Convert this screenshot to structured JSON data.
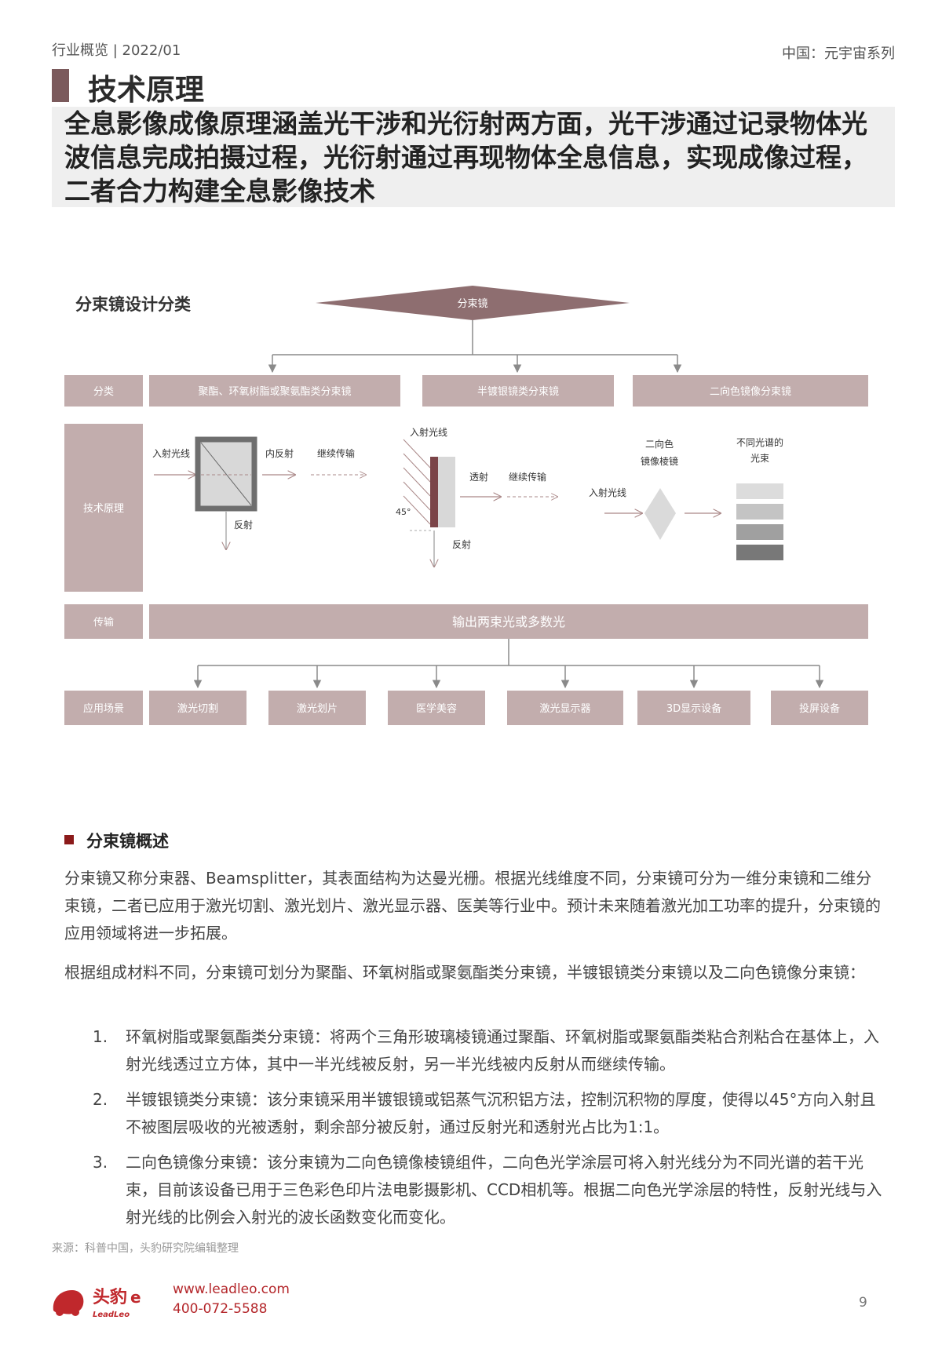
{
  "header": {
    "left": "行业概览 | 2022/01",
    "right": "中国：元宇宙系列"
  },
  "title": "技术原理",
  "lead": "全息影像成像原理涵盖光干涉和光衍射两方面，光干涉通过记录物体光波信息完成拍摄过程，光衍射通过再现物体全息信息，实现成像过程，二者合力构建全息影像技术",
  "diagram": {
    "title": "分束镜设计分类",
    "root": "分束镜",
    "row_labels": {
      "classify": "分类",
      "principle": "技术原理",
      "transmit": "传输",
      "scenario": "应用场景"
    },
    "types": [
      "聚酯、环氧树脂或聚氨酯类分束镜",
      "半镀银镜类分束镜",
      "二向色镜像分束镜"
    ],
    "cube": {
      "incident": "入射光线",
      "inner": "内反射",
      "continue": "继续传输",
      "reflect": "反射"
    },
    "mirror": {
      "incident": "入射光线",
      "transmit": "透射",
      "continue": "继续传输",
      "angle": "45°",
      "reflect": "反射"
    },
    "prism": {
      "name_line1": "二向色",
      "name_line2": "镜像棱镜",
      "incident": "入射光线",
      "output_line1": "不同光谱的",
      "output_line2": "光束"
    },
    "spectrum_colors": [
      "#dcdcdc",
      "#c4c4c4",
      "#a0a0a0",
      "#787878"
    ],
    "transmit_text": "输出两束光或多数光",
    "scenarios": [
      "激光切割",
      "激光划片",
      "医学美容",
      "激光显示器",
      "3D显示设备",
      "投屏设备"
    ]
  },
  "section": {
    "title": "分束镜概述",
    "paragraphs": [
      "分束镜又称分束器、Beamsplitter，其表面结构为达曼光栅。根据光线维度不同，分束镜可分为一维分束镜和二维分束镜，二者已应用于激光切割、激光划片、激光显示器、医美等行业中。预计未来随着激光加工功率的提升，分束镜的应用领域将进一步拓展。",
      "根据组成材料不同，分束镜可划分为聚酯、环氧树脂或聚氨酯类分束镜，半镀银镜类分束镜以及二向色镜像分束镜："
    ],
    "list": [
      {
        "num": "1.",
        "text": "环氧树脂或聚氨酯类分束镜：将两个三角形玻璃棱镜通过聚酯、环氧树脂或聚氨酯类粘合剂粘合在基体上，入射光线透过立方体，其中一半光线被反射，另一半光线被内反射从而继续传输。"
      },
      {
        "num": "2.",
        "text": "半镀银镜类分束镜：该分束镜采用半镀银镜或铝蒸气沉积铝方法，控制沉积物的厚度，使得以45°方向入射且不被图层吸收的光被透射，剩余部分被反射，通过反射光和透射光占比为1:1。"
      },
      {
        "num": "3.",
        "text": "二向色镜像分束镜：该分束镜为二向色镜像棱镜组件，二向色光学涂层可将入射光线分为不同光谱的若干光束，目前该设备已用于三色彩色印片法电影摄影机、CCD相机等。根据二向色光学涂层的特性，反射光线与入射光线的比例会入射光的波长函数变化而变化。"
      }
    ]
  },
  "source": "来源：科普中国，头豹研究院编辑整理",
  "footer": {
    "brand": "头豹",
    "brand_en": "LeadLeo",
    "web": "www.leadleo.com",
    "phone": "400-072-5588",
    "page": "9"
  },
  "colors": {
    "accent": "#7b5a5c",
    "box": "#c2adad",
    "box_text": "#ffffff",
    "brand_red": "#c0282c"
  }
}
